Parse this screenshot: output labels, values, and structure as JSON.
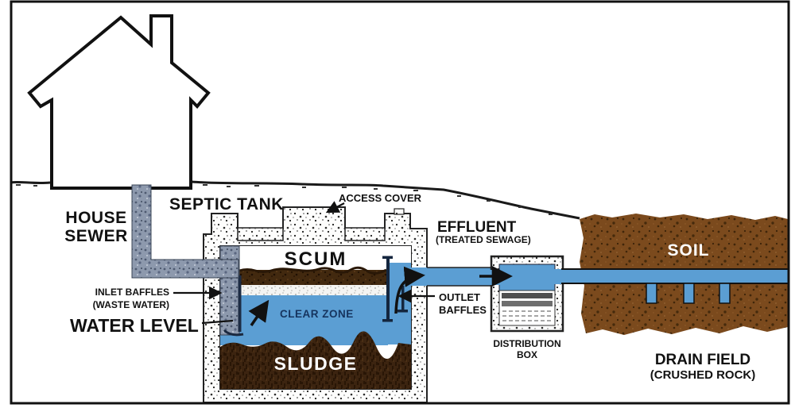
{
  "figure": {
    "type": "diagram",
    "subject": "Septic tank system cross-section from house sewer to drain field",
    "colors": {
      "water": "#5b9ed3",
      "soil": "#7b4a1d",
      "sludge": "#3c2410",
      "scum": "#42290f",
      "outline": "#111111",
      "clear_zone_text": "#16345e"
    },
    "labels": {
      "house_sewer": {
        "lines": [
          "HOUSE",
          "SEWER"
        ]
      },
      "septic_tank": "SEPTIC TANK",
      "access_cover": "ACCESS COVER",
      "scum": "SCUM",
      "inlet_baffles": {
        "lines": [
          "INLET BAFFLES",
          "(WASTE WATER)"
        ]
      },
      "water_level": "WATER LEVEL",
      "clear_zone": "CLEAR ZONE",
      "sludge": "SLUDGE",
      "effluent": {
        "lines": [
          "EFFLUENT",
          "(TREATED SEWAGE)"
        ]
      },
      "outlet_baffles": {
        "lines": [
          "OUTLET",
          "BAFFLES"
        ]
      },
      "distribution_box": {
        "lines": [
          "DISTRIBUTION",
          "BOX"
        ]
      },
      "soil": "SOIL",
      "drain_field": {
        "lines": [
          "DRAIN FIELD",
          "(CRUSHED ROCK)"
        ]
      }
    }
  }
}
